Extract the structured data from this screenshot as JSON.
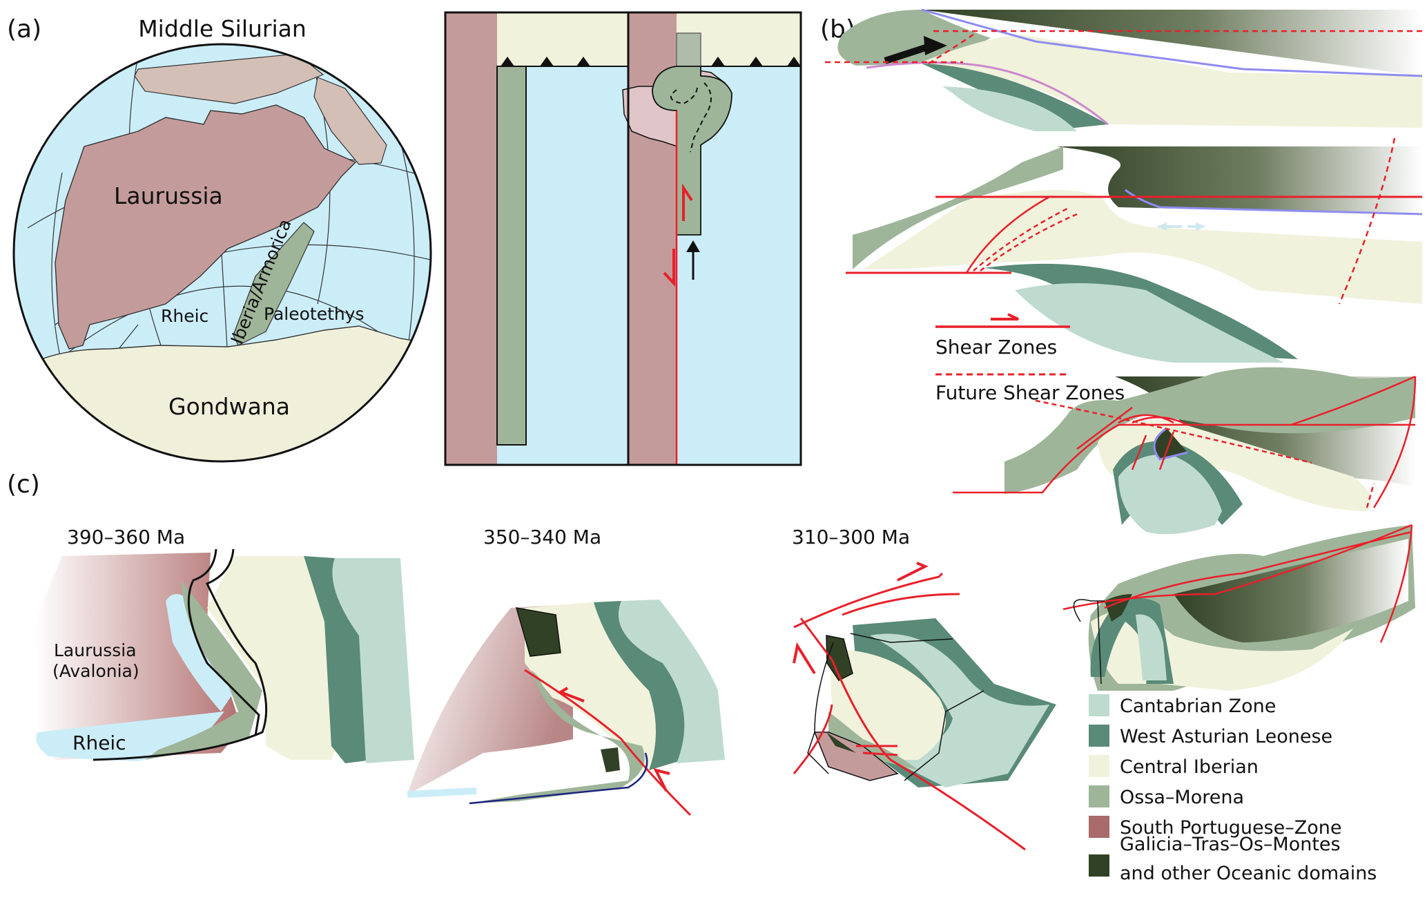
{
  "figure": {
    "panel_a": {
      "letter": "(a)",
      "title": "Middle Silurian",
      "labels": {
        "laurussia": "Laurussia",
        "rheic": "Rheic",
        "iberia_armorica": "Iberia/Armorica",
        "paleotethys": "Paleotethys",
        "gondwana": "Gondwana"
      }
    },
    "panel_b": {
      "letter": "(b)",
      "key": {
        "shear_zones": "Shear Zones",
        "future_shear_zones": "Future Shear Zones"
      }
    },
    "panel_c": {
      "letter": "(c)",
      "stages": [
        {
          "age": "390–360 Ma",
          "labels": {
            "laurussia": "Laurussia",
            "avalonia": "(Avalonia)",
            "rheic": "Rheic"
          }
        },
        {
          "age": "350–340 Ma"
        },
        {
          "age": "310–300 Ma"
        }
      ]
    },
    "legend": {
      "items": [
        {
          "label": "Cantabrian Zone",
          "color": "#bfdbd0"
        },
        {
          "label": "West Asturian Leonese",
          "color": "#5a8a78"
        },
        {
          "label": "Central Iberian",
          "color": "#f0f2dc"
        },
        {
          "label": "Ossa–Morena",
          "color": "#9fb59a"
        },
        {
          "label": "South Portuguese–Zone",
          "color": "#a86a6a"
        },
        {
          "label": "Galicia–Tras–Os–Montes",
          "label2": "and other Oceanic domains",
          "color": "#314125"
        }
      ]
    },
    "colors": {
      "ocean": "#cbedf8",
      "laurussia": "#c49b9b",
      "gondwana": "#f0f0da",
      "baltica": "#d3bfb6",
      "ossa_morena": "#9fb59a",
      "west_asturian": "#5a8a78",
      "cantabrian": "#bfdbd0",
      "central_iberian": "#f0f2dc",
      "oceanic": "#314125",
      "shear": "#e8202a",
      "thrust": "#8f8cf0"
    }
  }
}
